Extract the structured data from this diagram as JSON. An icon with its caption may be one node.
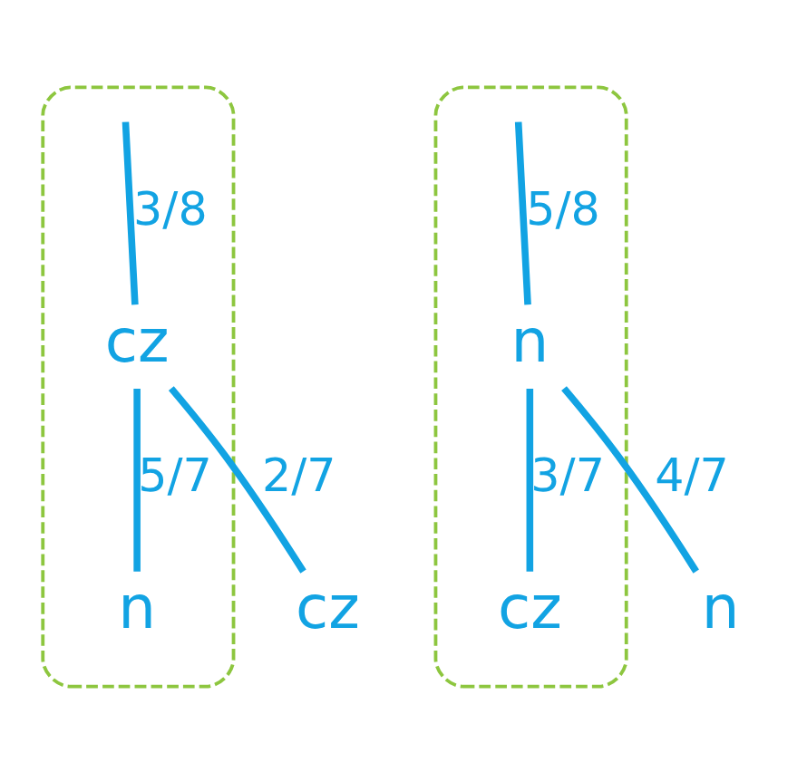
{
  "diagram": {
    "nodes": [
      {
        "text": [],
        "shape": "oval"
      },
      {
        "text": [],
        "shape": "oval"
      },
      {
        "text": [
          "cz"
        ],
        "in": 0
      },
      {
        "text": [
          "n"
        ],
        "in": 1
      },
      {
        "text": [
          "cz"
        ]
      },
      {
        "text": [
          "n"
        ],
        "in": 0
      },
      {
        "text": [
          "cz"
        ],
        "in": 1
      },
      {
        "text": [
          "n"
        ]
      }
    ],
    "edges": [
      {
        "from": null,
        "to": 2,
        "arrow": "none",
        "label": "3/8"
      },
      {
        "from": null,
        "to": 3,
        "arrow": "none",
        "label": "5/8"
      },
      {
        "from": 2,
        "to": 4,
        "arrow": "none",
        "label": "2/7"
      },
      {
        "from": 2,
        "to": 5,
        "arrow": "none",
        "label": "5/7"
      },
      {
        "from": 3,
        "to": 6,
        "arrow": "none",
        "label": "3/7"
      },
      {
        "from": 3,
        "to": 7,
        "arrow": "none",
        "label": "4/7"
      }
    ]
  }
}
